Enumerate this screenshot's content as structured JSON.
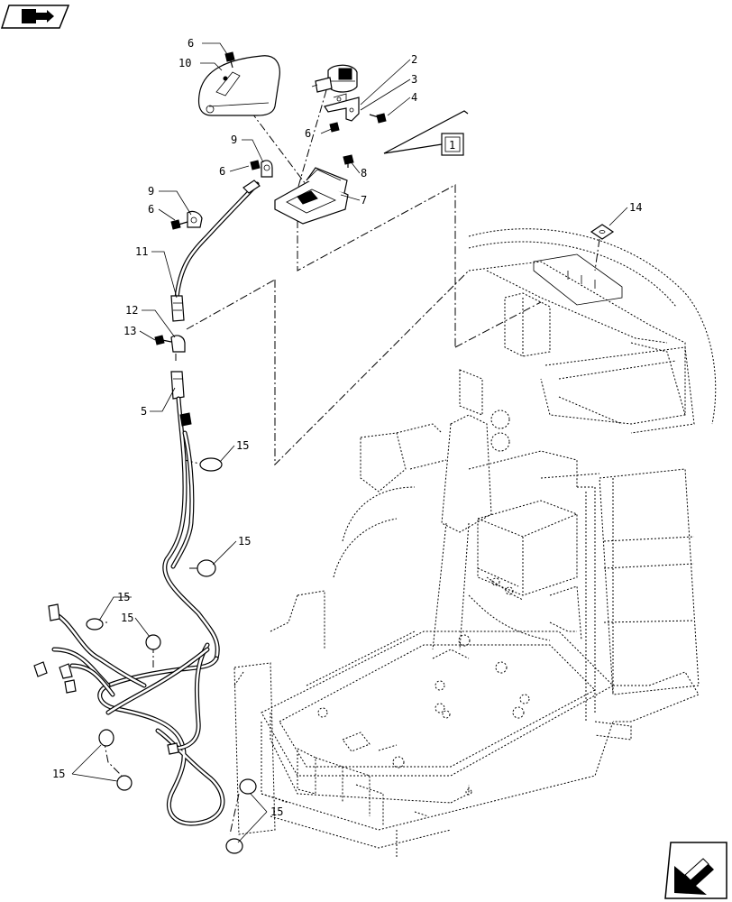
{
  "diagram": {
    "callouts": {
      "c1": "1",
      "c2": "2",
      "c3": "3",
      "c4": "4",
      "c5": "5",
      "c6a": "6",
      "c6b": "6",
      "c6c": "6",
      "c6d": "6",
      "c7": "7",
      "c8": "8",
      "c9a": "9",
      "c9b": "9",
      "c10": "10",
      "c11": "11",
      "c12": "12",
      "c13": "13",
      "c14": "14",
      "c15a": "15",
      "c15b": "15",
      "c15c": "15",
      "c15d": "15",
      "c15e": "15",
      "c15f": "15"
    }
  },
  "icons": {
    "top_left": "view-orientation-icon",
    "bottom_right": "navigation-arrow-icon"
  }
}
